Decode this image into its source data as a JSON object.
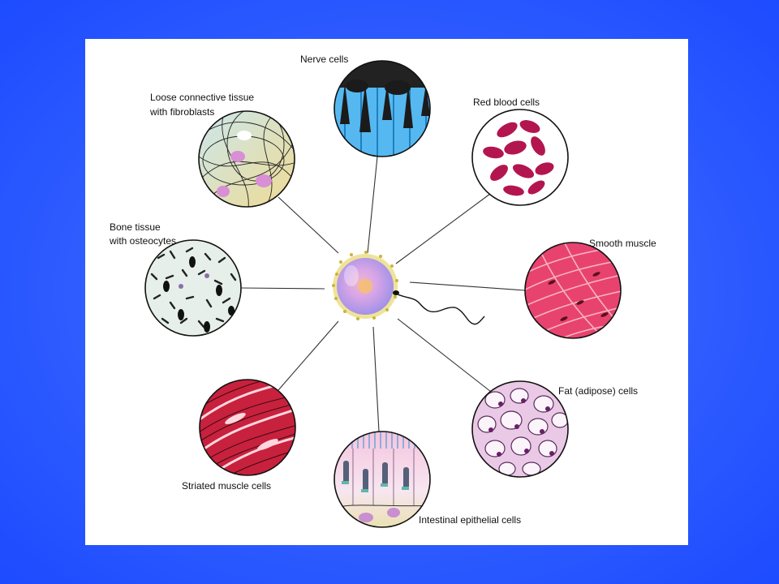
{
  "labels": {
    "nerve": "Nerve cells",
    "rbc": "Red blood cells",
    "loose_1": "Loose connective tissue",
    "loose_2": "with fibroblasts",
    "bone_1": "Bone tissue",
    "bone_2": "with osteocytes",
    "smooth": "Smooth muscle",
    "fat": "Fat (adipose) cells",
    "striated": "Striated muscle cells",
    "intestinal": "Intestinal epithelial cells"
  },
  "colors": {
    "background_blue": "#2f5dff",
    "nerve_bg": "#56b8f0",
    "rbc_cell": "#b3164f",
    "smooth_muscle": "#e8436e",
    "striated_muscle": "#c8213d",
    "fat_bg": "#e9c9e6",
    "bone_bg": "#e6efe9",
    "loose_bg": "#f2dfa0",
    "center_cell": "#c8a6ea"
  }
}
